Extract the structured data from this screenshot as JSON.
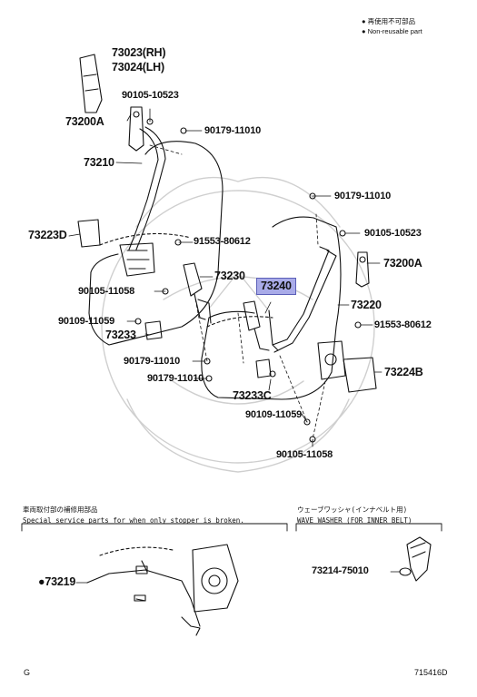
{
  "legend": {
    "japanese_note": "● 再使用不可部品",
    "english_note": "● Non-reusable part"
  },
  "highlight_color": "#a9abe8",
  "part_labels": {
    "p73023": "73023(RH)",
    "p73024": "73024(LH)",
    "p90105_10523_left": "90105-10523",
    "p73200A_left": "73200A",
    "p90179_11010_top": "90179-11010",
    "p73210": "73210",
    "p73223D": "73223D",
    "p91553_80612_left": "91553-80612",
    "p73230": "73230",
    "p73240": "73240",
    "p90105_11058_left": "90105-11058",
    "p90109_11059_left": "90109-11059",
    "p73233": "73233",
    "p90179_11010_mid": "90179-11010",
    "p90179_11010_low": "90179-11010",
    "p73233C": "73233C",
    "p90109_11059_right": "90109-11059",
    "p90105_11058_right": "90105-11058",
    "p90179_11010_right": "90179-11010",
    "p90105_10523_right": "90105-10523",
    "p73200A_right": "73200A",
    "p73220": "73220",
    "p91553_80612_right": "91553-80612",
    "p73224B": "73224B"
  },
  "section_left": {
    "title_jp": "車両取付部の補修用部品",
    "title_en": "Special service parts for when only stopper is broken.",
    "part": "●73219"
  },
  "section_right": {
    "title_jp": "ウェーブワッシャ(インナベルト用)",
    "title_en": "WAVE WASHER (FOR INNER BELT)",
    "part": "73214-75010"
  },
  "footer": {
    "left": "G",
    "right": "715416D"
  }
}
